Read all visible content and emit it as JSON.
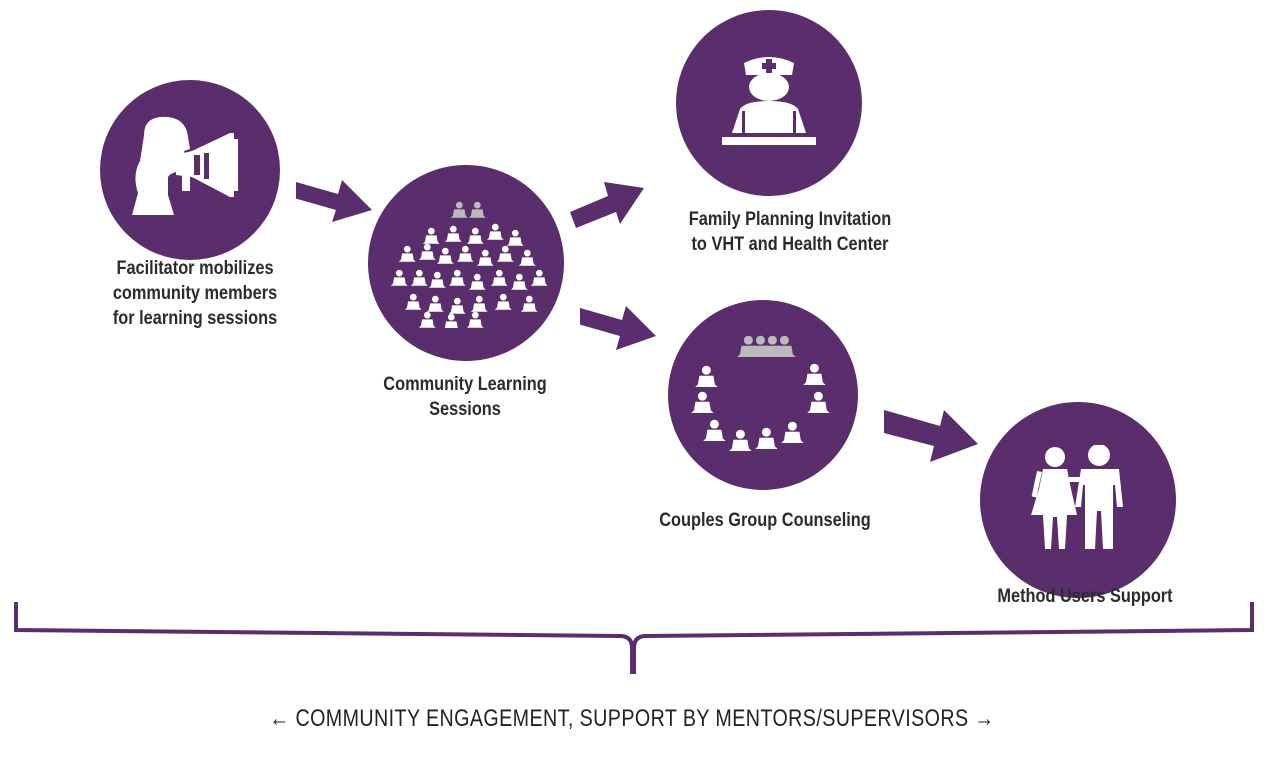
{
  "colors": {
    "node_fill": "#5a2d6c",
    "icon_fill": "#ffffff",
    "arrow_fill": "#5a2d6c",
    "text": "#2b2b2b"
  },
  "nodes": [
    {
      "id": "facilitator",
      "icon": "megaphone-person-icon",
      "label": "Facilitator mobilizes\ncommunity members\nfor learning sessions"
    },
    {
      "id": "community-learning",
      "icon": "group-crowd-icon",
      "label": "Community Learning\nSessions"
    },
    {
      "id": "family-planning",
      "icon": "nurse-icon",
      "label": "Family Planning Invitation\nto VHT and Health Center"
    },
    {
      "id": "couples-counseling",
      "icon": "group-circle-icon",
      "label": "Couples Group Counseling"
    },
    {
      "id": "method-users",
      "icon": "couple-icon",
      "label": "Method Users Support"
    }
  ],
  "footer": {
    "text": "← COMMUNITY ENGAGEMENT, SUPPORT BY MENTORS/SUPERVISORS →"
  }
}
